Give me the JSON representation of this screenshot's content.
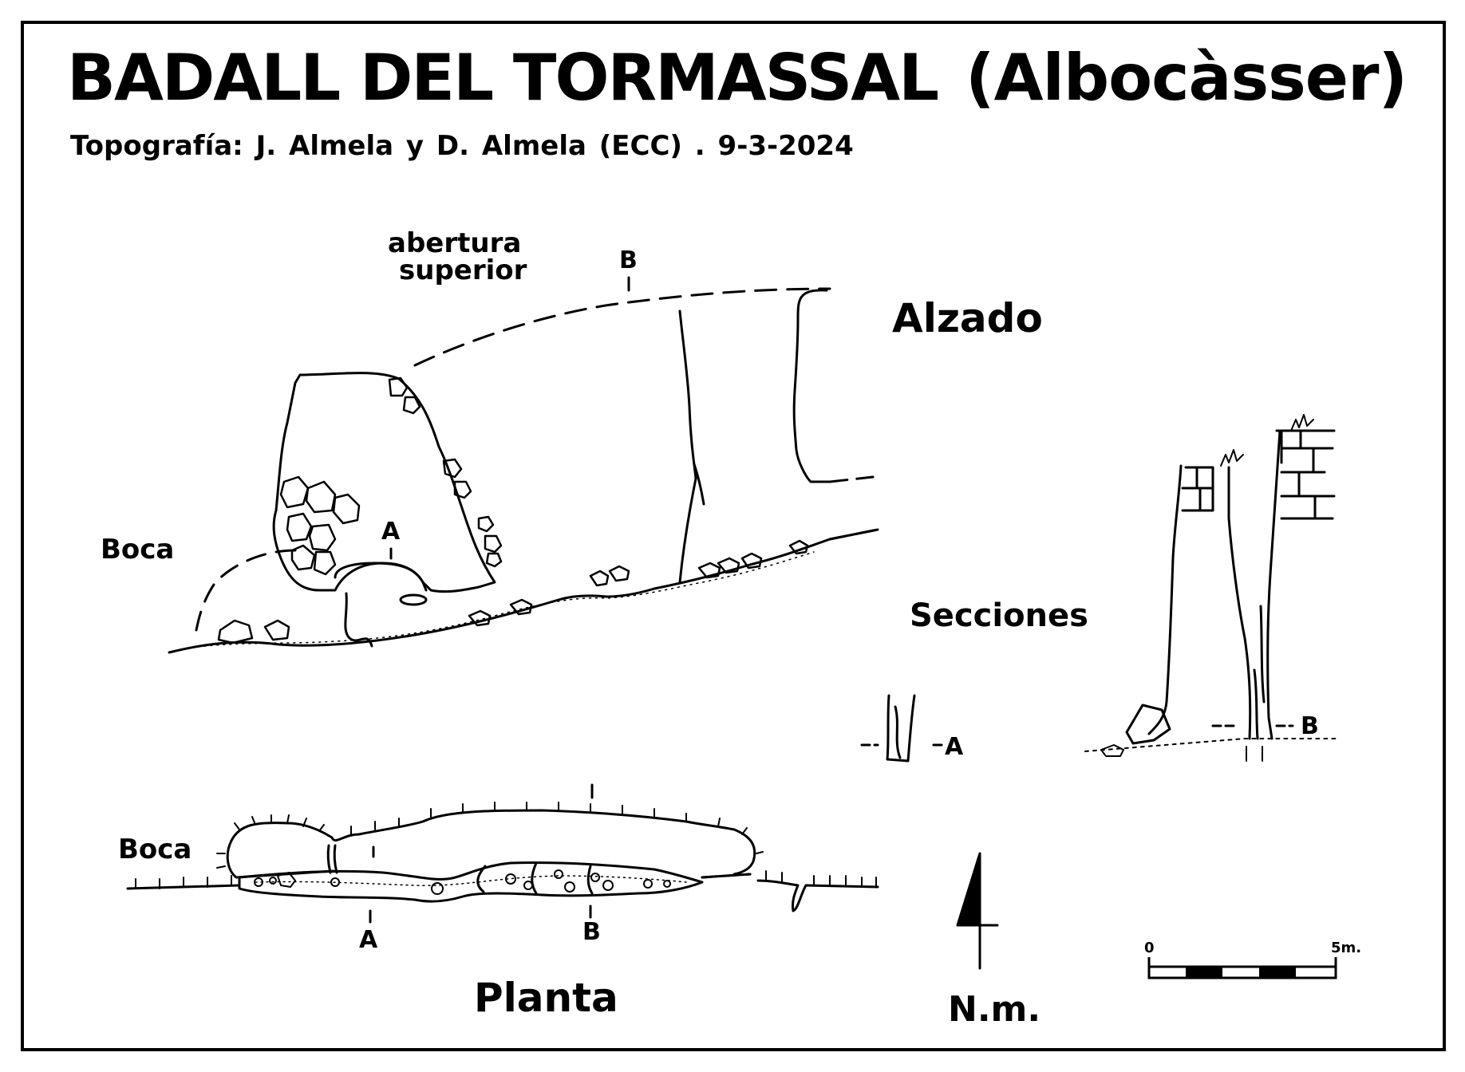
{
  "title": "BADALL DEL TORMASSAL",
  "town": "(Albocàsser)",
  "credits": "Topografía:  J. Almela   y   D. Almela  (ECC)    .    9-3-2024",
  "alzado": {
    "label": "Alzado",
    "opening_label_line1": "abertura",
    "opening_label_line2": "superior",
    "entrance_label": "Boca",
    "section_a": "A",
    "section_b": "B"
  },
  "secciones": {
    "label": "Secciones",
    "section_a": "A",
    "section_b": "B"
  },
  "planta": {
    "label": "Planta",
    "entrance_label": "Boca",
    "section_a": "A",
    "section_b": "B"
  },
  "north_arrow": {
    "label": "N.m."
  },
  "scale_bar": {
    "start_label": "0",
    "end_label": "5m."
  }
}
